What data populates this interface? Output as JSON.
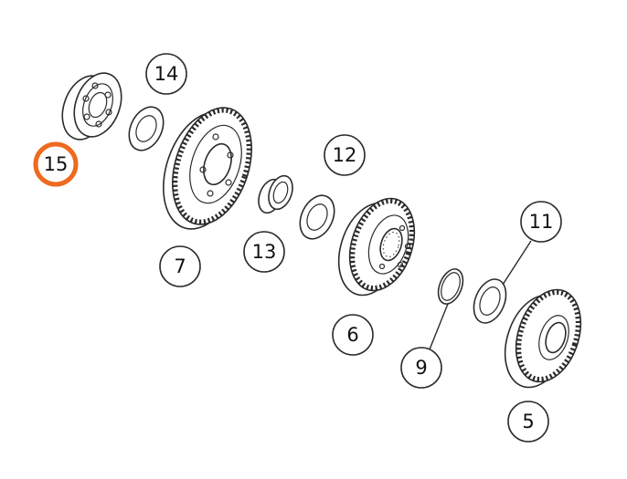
{
  "callouts": [
    {
      "id": "c15",
      "label": "15",
      "highlight": true
    },
    {
      "id": "c14",
      "label": "14",
      "highlight": false
    },
    {
      "id": "c7",
      "label": "7",
      "highlight": false
    },
    {
      "id": "c12",
      "label": "12",
      "highlight": false
    },
    {
      "id": "c13",
      "label": "13",
      "highlight": false
    },
    {
      "id": "c6",
      "label": "6",
      "highlight": false
    },
    {
      "id": "c11",
      "label": "11",
      "highlight": false
    },
    {
      "id": "c9",
      "label": "9",
      "highlight": false
    },
    {
      "id": "c5",
      "label": "5",
      "highlight": false
    }
  ],
  "colors": {
    "highlight": "#ee6a1f",
    "outline": "#2b2b2b",
    "background": "#ffffff"
  }
}
